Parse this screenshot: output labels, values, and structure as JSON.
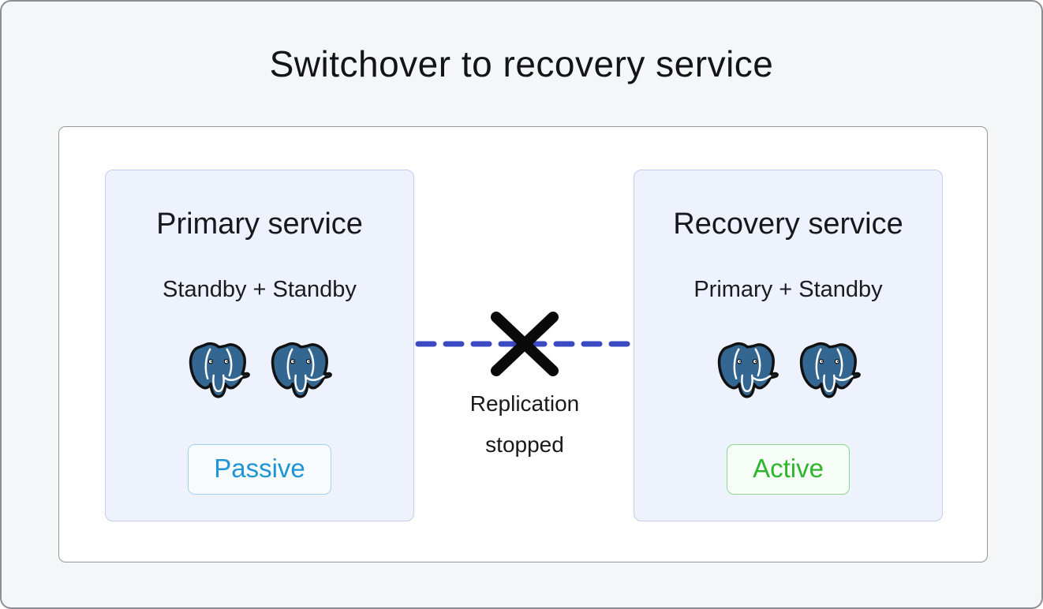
{
  "page": {
    "title": "Switchover to recovery service"
  },
  "panel": {
    "cards": [
      {
        "title": "Primary service",
        "subtitle": "Standby + Standby",
        "badge": "Passive",
        "status_color": "#2095d5",
        "icons": [
          "postgresql-elephant",
          "postgresql-elephant"
        ]
      },
      {
        "title": "Recovery service",
        "subtitle": "Primary + Standby",
        "badge": "Active",
        "status_color": "#2eb52e",
        "icons": [
          "postgresql-elephant",
          "postgresql-elephant"
        ]
      }
    ],
    "connector": {
      "label_line1": "Replication",
      "label_line2": "stopped",
      "line_color": "#3b49c3",
      "x_color": "#0a0a0a"
    }
  },
  "colors": {
    "page_background": "#f5f6f8",
    "frame_border": "#8d8d95",
    "panel_background": "#ffffff",
    "panel_border": "#97979e",
    "card_background": "#eef2fd",
    "card_border": "#c2cdef",
    "replication_line": "#3b49c3",
    "x_mark": "#0a0a0a",
    "passive_text": "#2095d5",
    "passive_border": "#9fd4f1",
    "passive_background": "#f7fbfe",
    "active_text": "#2eb52e",
    "active_border": "#8ada8a",
    "active_background": "#f7fdf7",
    "postgres_blue": "#336791"
  }
}
